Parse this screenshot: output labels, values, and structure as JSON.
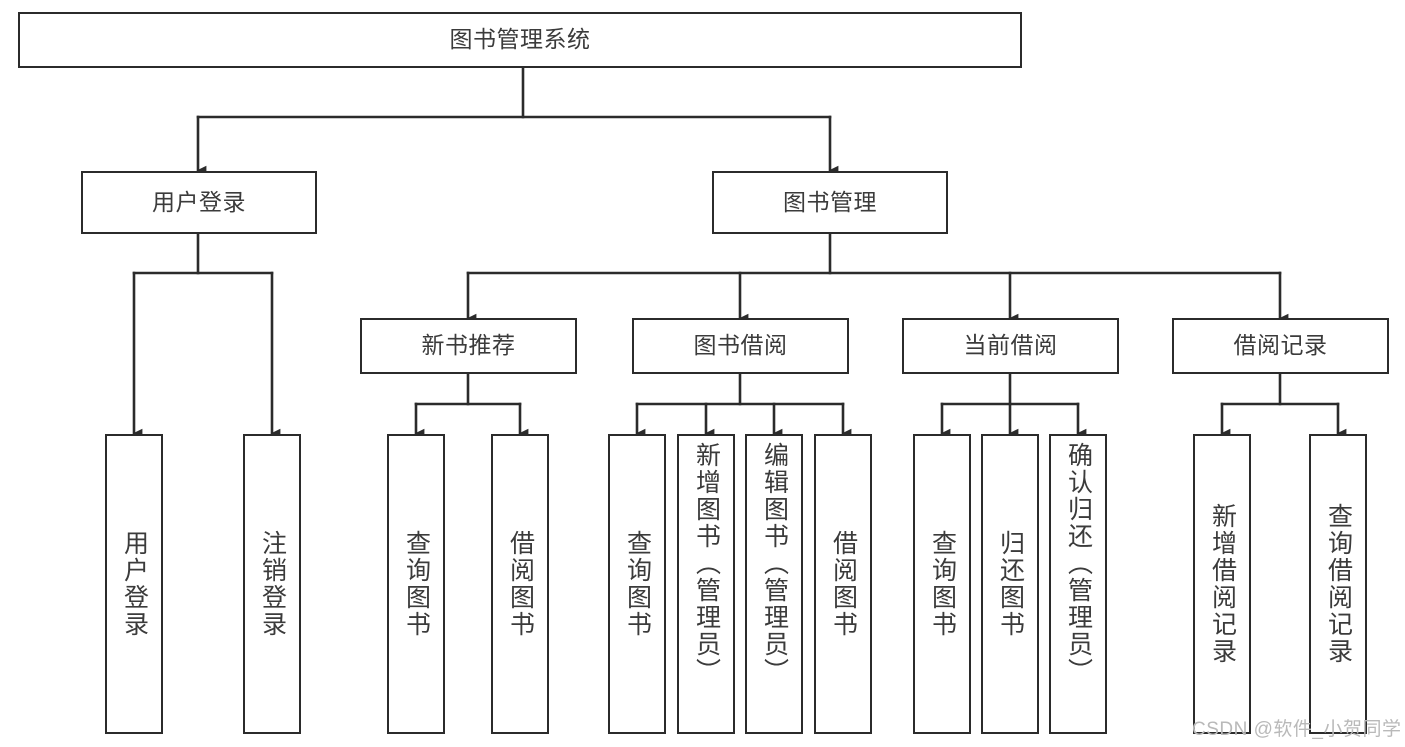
{
  "diagram": {
    "type": "tree-hierarchy",
    "title": "图书管理系统",
    "root": {
      "id": "root",
      "label": "图书管理系统"
    },
    "level1": [
      {
        "id": "user-login",
        "label": "用户登录"
      },
      {
        "id": "book-management",
        "label": "图书管理"
      }
    ],
    "level2": [
      {
        "id": "new-book-recommend",
        "label": "新书推荐",
        "parent": "book-management"
      },
      {
        "id": "book-borrow",
        "label": "图书借阅",
        "parent": "book-management"
      },
      {
        "id": "current-borrow",
        "label": "当前借阅",
        "parent": "book-management"
      },
      {
        "id": "borrow-record",
        "label": "借阅记录",
        "parent": "book-management"
      }
    ],
    "leaves": [
      {
        "id": "leaf-user-login",
        "label": "用户登录",
        "parent": "user-login"
      },
      {
        "id": "leaf-logout",
        "label": "注销登录",
        "parent": "user-login"
      },
      {
        "id": "leaf-query-book-1",
        "label": "查询图书",
        "parent": "new-book-recommend"
      },
      {
        "id": "leaf-borrow-book-1",
        "label": "借阅图书",
        "parent": "new-book-recommend"
      },
      {
        "id": "leaf-query-book-2",
        "label": "查询图书",
        "parent": "book-borrow"
      },
      {
        "id": "leaf-add-book",
        "label": "新增图书（管理员）",
        "parent": "book-borrow"
      },
      {
        "id": "leaf-edit-book",
        "label": "编辑图书（管理员）",
        "parent": "book-borrow"
      },
      {
        "id": "leaf-borrow-book-2",
        "label": "借阅图书",
        "parent": "book-borrow"
      },
      {
        "id": "leaf-query-book-3",
        "label": "查询图书",
        "parent": "current-borrow"
      },
      {
        "id": "leaf-return-book",
        "label": "归还图书",
        "parent": "current-borrow"
      },
      {
        "id": "leaf-confirm-return",
        "label": "确认归还（管理员）",
        "parent": "current-borrow"
      },
      {
        "id": "leaf-add-record",
        "label": "新增借阅记录",
        "parent": "borrow-record"
      },
      {
        "id": "leaf-query-record",
        "label": "查询借阅记录",
        "parent": "borrow-record"
      }
    ],
    "watermark": "CSDN @软件_小贺同学",
    "colors": {
      "border": "#2b2b2b",
      "text": "#3b3b3b",
      "background": "#ffffff",
      "connector": "#2b2b2b",
      "watermark": "#b9b9b9"
    }
  }
}
